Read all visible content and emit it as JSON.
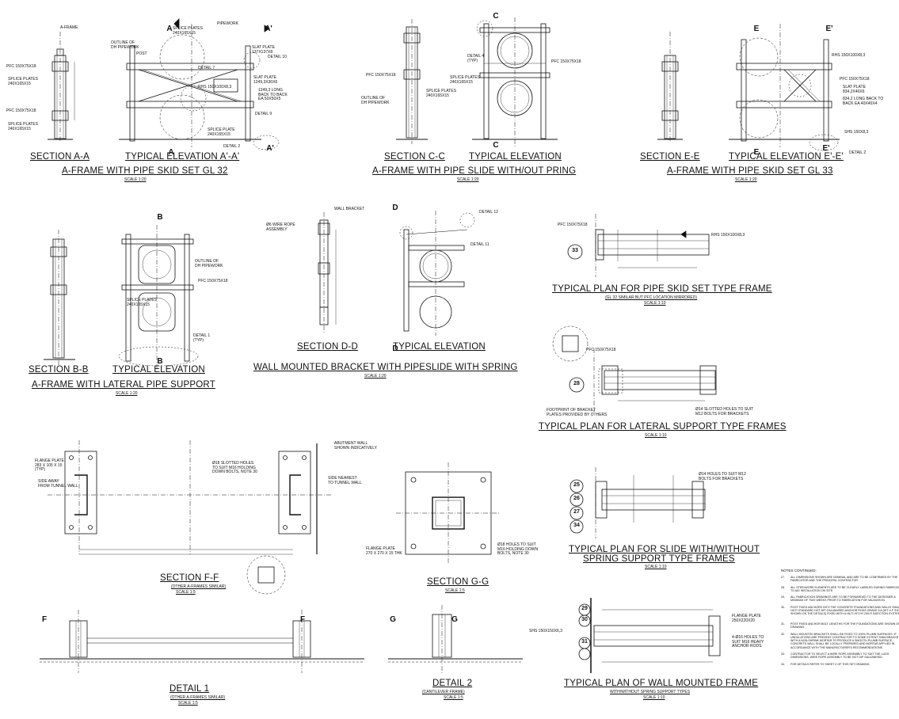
{
  "sheet": {
    "titles": [
      {
        "id": "sec-aa",
        "text": "SECTION A-A"
      },
      {
        "id": "elev-aa",
        "text": "TYPICAL ELEVATION A'-A'"
      },
      {
        "id": "grp-1",
        "text": "A-FRAME WITH PIPE SKID SET GL 32"
      },
      {
        "id": "sec-cc",
        "text": "SECTION C-C"
      },
      {
        "id": "elev-cc",
        "text": "TYPICAL ELEVATION"
      },
      {
        "id": "grp-2",
        "text": "A-FRAME WITH PIPE SLIDE  WITH/OUT PRING"
      },
      {
        "id": "sec-ee",
        "text": "SECTION E-E"
      },
      {
        "id": "elev-ee",
        "text": "TYPICAL ELEVATION E'-E'"
      },
      {
        "id": "grp-3",
        "text": "A-FRAME WITH PIPE SKID SET GL 33"
      },
      {
        "id": "sec-bb",
        "text": "SECTION B-B"
      },
      {
        "id": "elev-bb",
        "text": "TYPICAL ELEVATION"
      },
      {
        "id": "grp-4",
        "text": "A-FRAME WITH LATERAL PIPE SUPPORT"
      },
      {
        "id": "sec-dd",
        "text": "SECTION D-D"
      },
      {
        "id": "elev-dd",
        "text": "TYPICAL ELEVATION"
      },
      {
        "id": "grp-5",
        "text": "WALL MOUNTED BRACKET WITH PIPESLIDE WITH SPRING"
      },
      {
        "id": "plan-skid",
        "text": "TYPICAL PLAN FOR PIPE SKID SET TYPE FRAME"
      },
      {
        "id": "plan-lat",
        "text": "TYPICAL PLAN FOR LATERAL SUPPORT TYPE FRAMES"
      },
      {
        "id": "plan-slide-1",
        "text": "TYPICAL PLAN FOR SLIDE WITH/WITHOUT"
      },
      {
        "id": "plan-slide-2",
        "text": "SPRING SUPPORT TYPE FRAMES"
      },
      {
        "id": "sec-ff",
        "text": "SECTION F-F"
      },
      {
        "id": "sec-gg",
        "text": "SECTION G-G"
      },
      {
        "id": "plan-wall",
        "text": "TYPICAL PLAN OF WALL MOUNTED FRAME"
      },
      {
        "id": "det-1",
        "text": "DETAIL 1"
      },
      {
        "id": "det-2",
        "text": "DETAIL 2"
      }
    ],
    "subtitles": [
      {
        "id": "s1",
        "text": "SCALE 1:20"
      },
      {
        "id": "s2",
        "text": "SCALE 1:20"
      },
      {
        "id": "s3",
        "text": "SCALE 1:20"
      },
      {
        "id": "s4",
        "text": "SCALE 1:20"
      },
      {
        "id": "s5",
        "text": "SCALE 1:20"
      },
      {
        "id": "s6",
        "text": "(GL 32 SIMILAR BUT PFC LOCATION MIRRORED)"
      },
      {
        "id": "s6b",
        "text": "SCALE 1:10"
      },
      {
        "id": "s7",
        "text": "SCALE 1:10"
      },
      {
        "id": "s8",
        "text": "SCALE 1:10"
      },
      {
        "id": "s9",
        "text": "(OTHER A-FRAMES SIMILAR)"
      },
      {
        "id": "s9b",
        "text": "SCALE 1:5"
      },
      {
        "id": "s10",
        "text": "SCALE 1:5"
      },
      {
        "id": "s11",
        "text": "WITH/WITHOUT SPRING SUPPORT TYPES"
      },
      {
        "id": "s11b",
        "text": "SCALE 1:10"
      },
      {
        "id": "s12",
        "text": "(OTHER A-FRAMES SIMILAR)"
      },
      {
        "id": "s12b",
        "text": "SCALE 1:5"
      },
      {
        "id": "s13",
        "text": "(CANTILEVER FRAME)"
      },
      {
        "id": "s13b",
        "text": "SCALE 1:5"
      }
    ],
    "labels": [
      {
        "id": "l1",
        "text": "A-FRAME"
      },
      {
        "id": "l2",
        "text": "PFC 150X75X18"
      },
      {
        "id": "l3",
        "text": "SPLICE PLATES\n240X165X15"
      },
      {
        "id": "l4",
        "text": "PFC 150X75X18"
      },
      {
        "id": "l5",
        "text": "SPLICE PLATES\n240X165X15"
      },
      {
        "id": "l6",
        "text": "SPLICE PLATE\n240X165X15"
      },
      {
        "id": "l7",
        "text": "OUTLINE OF\nDH PIPEWORK"
      },
      {
        "id": "l8",
        "text": "POST"
      },
      {
        "id": "l9",
        "text": "PIPEWORK"
      },
      {
        "id": "l10",
        "text": "SPLICE PLATES\n240X165X15"
      },
      {
        "id": "l11",
        "text": "DETAIL 7"
      },
      {
        "id": "l12",
        "text": "SLAT PLATE\n137X137X8"
      },
      {
        "id": "l13",
        "text": "DETAIL 10"
      },
      {
        "id": "l14",
        "text": "RHS 150X100X8,3"
      },
      {
        "id": "l15",
        "text": "SLAT PLATE\n1249,3X30X6"
      },
      {
        "id": "l16",
        "text": "1249,3 LONG\nBACK TO BACK\nEA 50X50X5"
      },
      {
        "id": "l17",
        "text": "DETAIL 9"
      },
      {
        "id": "l18",
        "text": "DETAIL 2"
      },
      {
        "id": "l19",
        "text": "SPLICE PLATES\n240X165X15"
      },
      {
        "id": "l20",
        "text": "PFC 150X75X18"
      },
      {
        "id": "l21",
        "text": "OUTLINE OF\nDH PIPEWORK"
      },
      {
        "id": "l22",
        "text": "PFC 150X75X18"
      },
      {
        "id": "l23",
        "text": "SPLICE PLATES\n240X165X15"
      },
      {
        "id": "l24",
        "text": "DETAIL 4\n(TYP)"
      },
      {
        "id": "l25",
        "text": "PFC 150X75X18"
      },
      {
        "id": "l26",
        "text": "RHS 150X100X8,3"
      },
      {
        "id": "l27",
        "text": "SLAT PLATE\n834,2X40X6"
      },
      {
        "id": "l28",
        "text": "834,2 LONG BACK TO\nBACK EA 40X40X4"
      },
      {
        "id": "l29",
        "text": "SHS 150X8,3"
      },
      {
        "id": "l30",
        "text": "DETAIL 2"
      },
      {
        "id": "l31",
        "text": "PFC 150X75X18"
      },
      {
        "id": "l32",
        "text": "SPLICE PLATES\n240X165X15"
      },
      {
        "id": "l33",
        "text": "OUTLINE OF\nDH PIPEWORK"
      },
      {
        "id": "l34",
        "text": "DETAIL 1\n(TYP)"
      },
      {
        "id": "l35",
        "text": "WALL BRACKET"
      },
      {
        "id": "l36",
        "text": "Ø6 WIRE ROPE\nASSEMBLY"
      },
      {
        "id": "l37",
        "text": "DETAIL 12"
      },
      {
        "id": "l38",
        "text": "DETAIL 11"
      },
      {
        "id": "l39",
        "text": "PFC 150X75X18"
      },
      {
        "id": "l40",
        "text": "RHS 150X100X8,3"
      },
      {
        "id": "l41",
        "text": "PFC 150X75X18"
      },
      {
        "id": "l42",
        "text": "Ø14 SLOTTED HOLES TO SUIT\nM12 BOLTS FOR BRACKETS"
      },
      {
        "id": "l43",
        "text": "FOOTPRINT OF BRACKET\nPLATES PROVIDED BY OTHERS"
      },
      {
        "id": "l44",
        "text": "Ø14 HOLES TO SUIT M12\nBOLTS FOR BRACKETS"
      },
      {
        "id": "l45",
        "text": "FLANGE PLATE\n283 X 105 X 15\n(TYP)"
      },
      {
        "id": "l46",
        "text": "SIDE AWAY\nFROM TUNNEL WALL"
      },
      {
        "id": "l47",
        "text": "Ø18 SLOTTED HOLES\nTO SUIT M16 HOLDING\nDOWN BOLTS, NOTE 30"
      },
      {
        "id": "l48",
        "text": "ABUTMENT WALL\nSHOWN INDICATIVELY"
      },
      {
        "id": "l49",
        "text": "SIDE NEAREST\nTO TUNNEL WALL"
      },
      {
        "id": "l50",
        "text": "FLANGE PLATE\n270 X 270 X 15 THK"
      },
      {
        "id": "l51",
        "text": "Ø18 HOLES TO SUIT\nM16 HOLDING DOWN\nBOLTS, NOTE 30"
      },
      {
        "id": "l52",
        "text": "FLANGE PLATE\n250X220X20"
      },
      {
        "id": "l53",
        "text": "4-Ø16 HOLES TO\nSUIT M16 HEAVY\nANCHOR RODS"
      },
      {
        "id": "l54",
        "text": "SHS 150X150X6,3"
      },
      {
        "id": "l55",
        "text": "NOTES CONTINUED:"
      }
    ],
    "notes": [
      {
        "n": "27.",
        "text": "ALL DIMENSIONS SHOWN ARE NOMINAL AND ARE TO BE CONFIRMED BY THE FABRICATOR AND THE PRINCIPAL CONTRACTOR."
      },
      {
        "n": "28.",
        "text": "ALL STEELWORK ELEMENTS ARE TO BE CLEARLY LABELED DURING FABRICATION TO AID INSTALLATION ON SITE."
      },
      {
        "n": "29.",
        "text": "ALL FABRICATION DRAWINGS ARE TO BE FORWARDED TO THE DESIGNER A MINIMUM OF TWO WEEKS PRIOR TO FABRICATION FOR VALIDATION."
      },
      {
        "n": "30.",
        "text": "POST FIXED ANCHORS INTO THE CONCRETE FOUNDATIONS AND WALLS SHALL BE HILTI STANDARD HOT-DIP GALVANISED ANCHOR RODS GRADE 5.8 (HIT-V-F SIZES SHOWN ON THE DETAILS) FIXED WITH A HILTI HIT-HY 200-R INJECTION SYSTEM."
      },
      {
        "n": "31.",
        "text": "POST FIXED ANCHOR BOLT LENGTHS FOR THE FOUNDATIONS ARE SHOWN ON DRAWING."
      },
      {
        "n": "32.",
        "text": "WALL MOUNTED BRACKETS SHALL BE FIXED TO 100% PLUMB SURFACES. IF UNDULATIONS ARE PRESENT CONTRACTOR TO SOME EXTENT SHIM BRACKETS WITH A NON-SHRINK MORTAR TO PRODUCE A SMOOTH PLUMB SURFACE. CONCRETE WALL SHALL BE LOCALLY PREPARED AND MORTAR APPLIED IN ACCORDANCE WITH THE MANUFACTURER'S RECOMMENDATIONS."
      },
      {
        "n": "33.",
        "text": "CONTRACTOR TO SELECT A WIRE ROPE ASSEMBLY TO SUIT THE LUGS DIMENSIONS. WIRE ROPE ASSEMBLY TO BE HOT DIP GALVANISED."
      },
      {
        "n": "34.",
        "text": "FOR DETAILS REFER TO SHEET 2 OF THIS SET DRAWING."
      }
    ],
    "markers": [
      "33",
      "28",
      "25",
      "26",
      "27",
      "34",
      "29",
      "30",
      "31",
      "A",
      "A",
      "A'",
      "A'",
      "C",
      "C",
      "E",
      "E",
      "E'",
      "E'",
      "B",
      "B",
      "D",
      "D",
      "F",
      "F",
      "G",
      "G"
    ]
  }
}
